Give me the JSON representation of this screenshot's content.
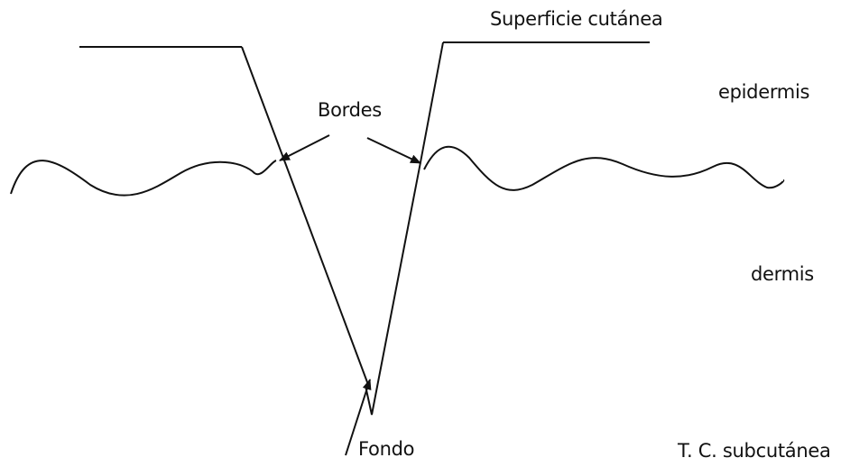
{
  "labels": {
    "surface": "Superficie cutánea",
    "edges": "Bordes",
    "epidermis": "epidermis",
    "dermis": "dermis",
    "bottom": "Fondo",
    "subcutaneous": "T. C. subcutánea"
  },
  "colors": {
    "line": "#111111",
    "background": "#ffffff"
  }
}
